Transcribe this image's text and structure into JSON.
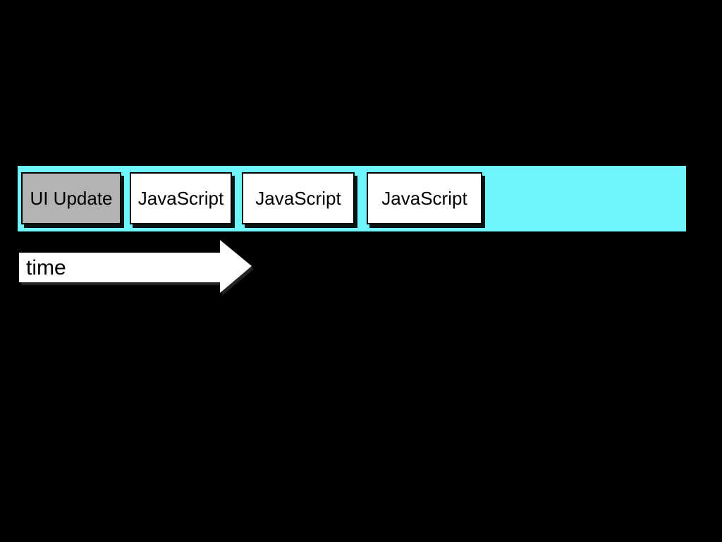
{
  "colors": {
    "background": "#000000",
    "bar": "#6ff6fa",
    "ui_update_fill": "#b3b3b3",
    "javascript_fill": "#ffffff",
    "arrow_fill": "#ffffff",
    "text": "#000000"
  },
  "bar": {
    "blocks": [
      {
        "label": "UI Update",
        "kind": "ui-update"
      },
      {
        "label": "JavaScript",
        "kind": "javascript"
      },
      {
        "label": "JavaScript",
        "kind": "javascript"
      },
      {
        "label": "JavaScript",
        "kind": "javascript"
      }
    ]
  },
  "time_arrow": {
    "label": "time"
  }
}
